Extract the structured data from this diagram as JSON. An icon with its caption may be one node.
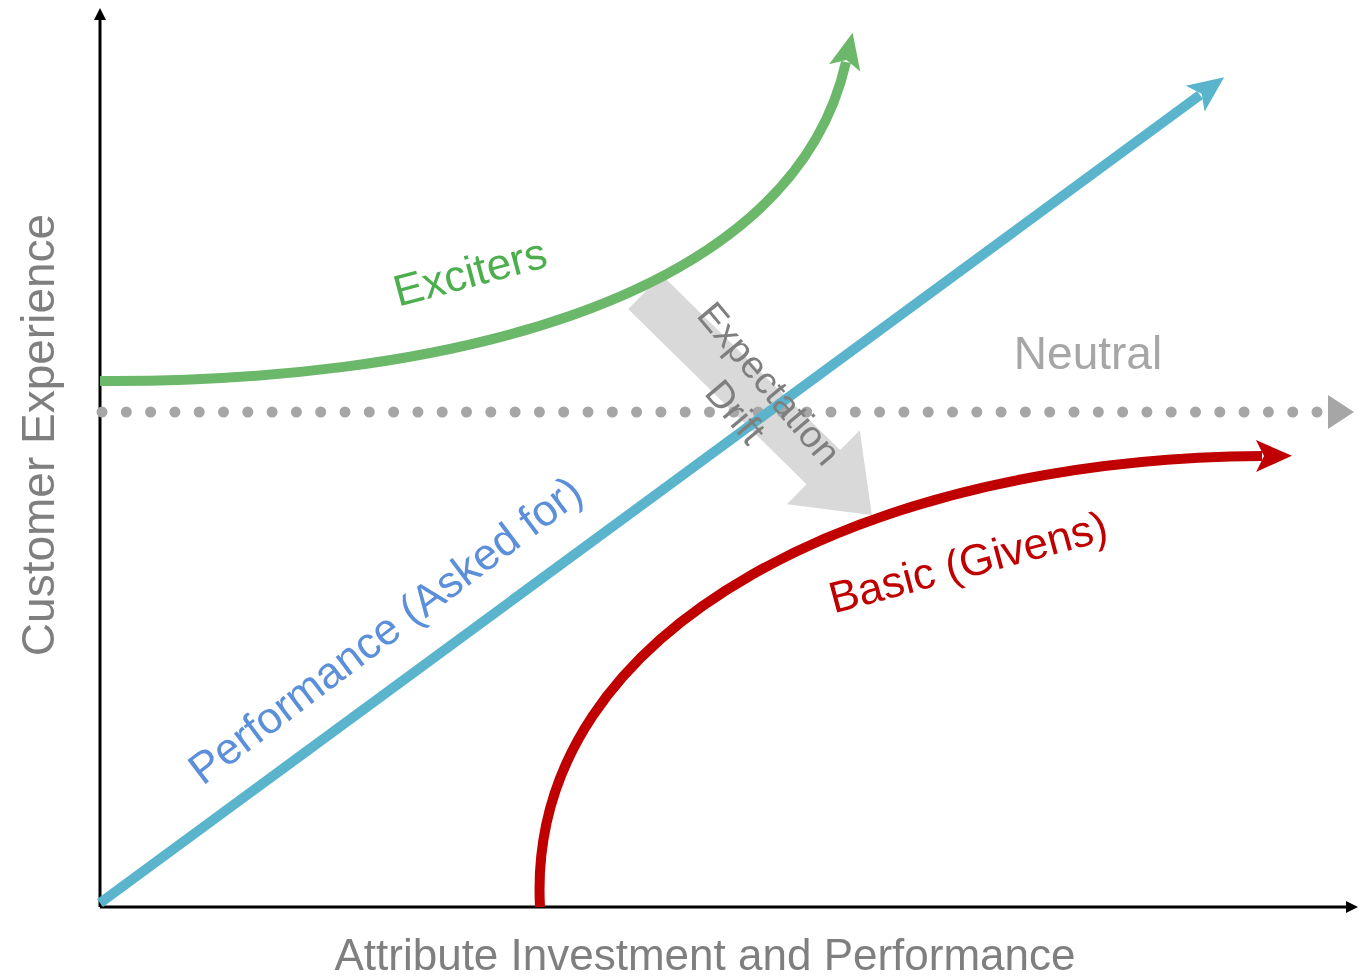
{
  "diagram": {
    "labels": [
      "Customer Experience",
      "Exciters",
      "Neutral",
      "Expectation Drift",
      "Performance (Asked for)",
      "Basic (Givens)",
      "Attribute Investment and Performance"
    ]
  }
}
